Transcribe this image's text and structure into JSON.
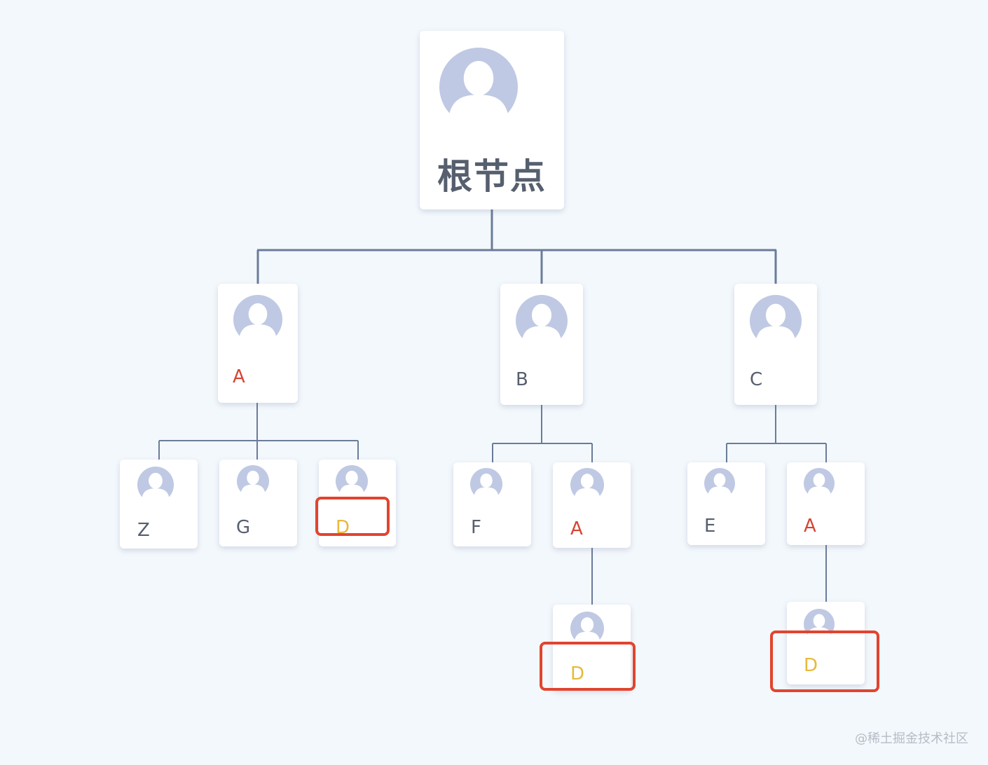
{
  "colors": {
    "background": "#f3f8fc",
    "connector": "#6b7c99",
    "avatar": "#bfc9e3",
    "label_default": "#565f6e",
    "label_red": "#d54534",
    "label_yellow": "#e8b93c",
    "highlight": "#e2442f"
  },
  "icon": "person-avatar-icon",
  "tree": {
    "root": {
      "label": "根节点"
    },
    "level1": [
      {
        "label": "A",
        "color": "red"
      },
      {
        "label": "B",
        "color": "default"
      },
      {
        "label": "C",
        "color": "default"
      }
    ],
    "level2": {
      "A": [
        {
          "label": "Z",
          "color": "default"
        },
        {
          "label": "G",
          "color": "default"
        },
        {
          "label": "D",
          "color": "yellow",
          "highlighted": true
        }
      ],
      "B": [
        {
          "label": "F",
          "color": "default"
        },
        {
          "label": "A",
          "color": "red"
        }
      ],
      "C": [
        {
          "label": "E",
          "color": "default"
        },
        {
          "label": "A",
          "color": "red"
        }
      ]
    },
    "level3": {
      "B.A": [
        {
          "label": "D",
          "color": "yellow",
          "highlighted": true
        }
      ],
      "C.A": [
        {
          "label": "D",
          "color": "yellow",
          "highlighted": true
        }
      ]
    }
  },
  "watermark": "@稀土掘金技术社区"
}
